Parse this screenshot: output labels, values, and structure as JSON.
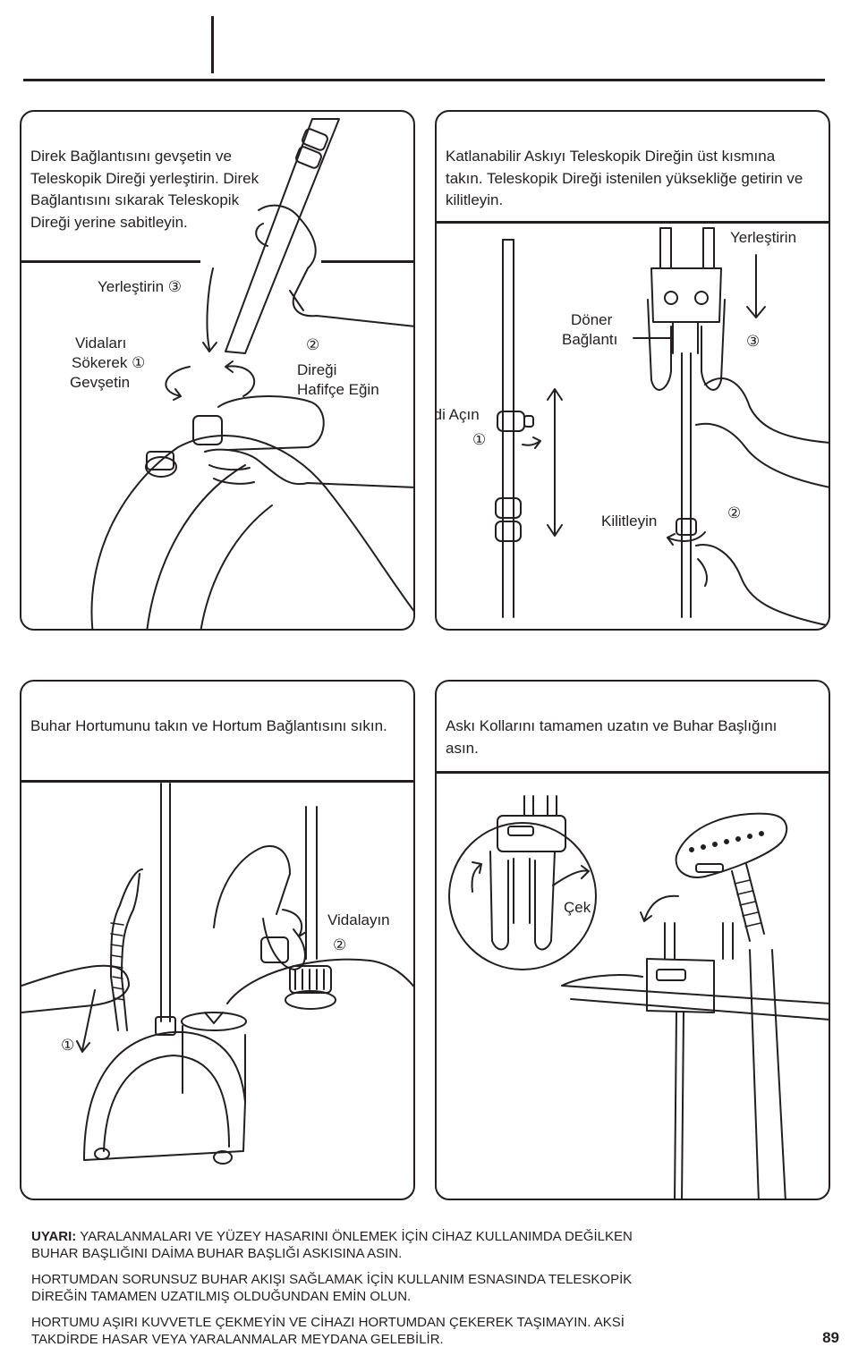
{
  "panel1": {
    "caption": "Direk Bağlantısını gevşetin ve Teleskopik Direği yerleştirin. Direk Bağlantısını sıkarak Teleskopik Direği yerine sabitleyin.",
    "label_insert": "Yerleştirin ③",
    "label_loosen_1": "Vidaları",
    "label_loosen_2": "Sökerek ①",
    "label_loosen_3": "Gevşetin",
    "label_tilt_num": "②",
    "label_tilt_1": "Direği",
    "label_tilt_2": "Hafifçe Eğin"
  },
  "panel2": {
    "caption": "Katlanabilir Askıyı Teleskopik Direğin üst kısmına takın. Teleskopik Direği istenilen yüksekliğe getirin ve kilitleyin.",
    "label_insert": "Yerleştirin",
    "label_swivel_1": "Döner",
    "label_swivel_2": "Bağlantı",
    "label_insert_num": "③",
    "label_unlock": "Kilidi Açın",
    "label_unlock_num": "①",
    "label_lock": "Kilitleyin",
    "label_lock_num": "②"
  },
  "panel3": {
    "caption": "Buhar Hortumunu takın ve Hortum Bağlantısını sıkın.",
    "label_screw": "Vidalayın",
    "label_screw_num": "②",
    "label_hose_num": "①"
  },
  "panel4": {
    "caption": "Askı Kollarını tamamen uzatın ve Buhar Başlığını asın.",
    "label_pull": "Çek"
  },
  "warnings": {
    "warning_prefix": "UYARI:",
    "warning_1": " YARALANMALARI VE YÜZEY HASARINI ÖNLEMEK İÇİN CİHAZ KULLANIMDA DEĞİLKEN BUHAR BAŞLIĞINI DAİMA BUHAR BAŞLIĞI ASKISINA ASIN.",
    "warning_2": "HORTUMDAN SORUNSUZ BUHAR AKIŞI SAĞLAMAK İÇİN KULLANIM ESNASINDA TELESKOPİK DİREĞİN TAMAMEN UZATILMIŞ OLDUĞUNDAN EMİN OLUN.",
    "warning_3": "HORTUMU AŞIRI KUVVETLE ÇEKMEYİN VE CİHAZI HORTUMDAN ÇEKEREK TAŞIMAYIN. AKSİ TAKDİRDE HASAR VEYA YARALANMALAR MEYDANA GELEBİLİR."
  },
  "page_number": "89"
}
